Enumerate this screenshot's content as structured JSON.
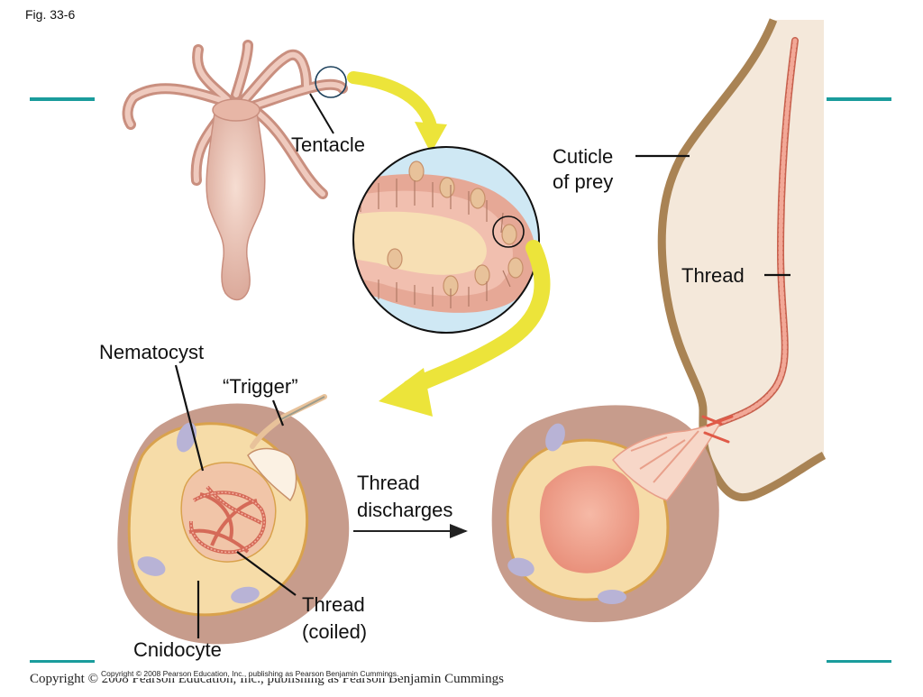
{
  "figure_label": "Fig. 33-6",
  "labels": {
    "tentacle": "Tentacle",
    "cuticle_line1": "Cuticle",
    "cuticle_line2": "of prey",
    "thread_right": "Thread",
    "nematocyst": "Nematocyst",
    "trigger": "“Trigger”",
    "thread_discharges_line1": "Thread",
    "thread_discharges_line2": "discharges",
    "thread_coiled_line1": "Thread",
    "thread_coiled_line2": "(coiled)",
    "cnidocyte": "Cnidocyte"
  },
  "copyright_serif": "Copyright © 2008 Pearson Education, Inc., publishing as Pearson Benjamin Cummings",
  "copyright_small": "Copyright © 2008 Pearson Education, Inc., publishing as Pearson Benjamin Cummings.",
  "colors": {
    "accent_teal": "#1a9c9c",
    "arrow_yellow": "#ece43a",
    "tentacle_pink": "#dba99a",
    "body_pink": "#e9bfae",
    "lens_blue": "#cfe8f4",
    "cell_cream": "#f6dca8",
    "cell_outline": "#d9a24d",
    "tissue_brown": "#c79c8c",
    "cuticle_brown": "#a98354",
    "prey_fill": "#f4e8da",
    "nucleus_lilac": "#b8b3d6",
    "thread_red": "#e07a64",
    "capsule_pink": "#f1a593"
  }
}
